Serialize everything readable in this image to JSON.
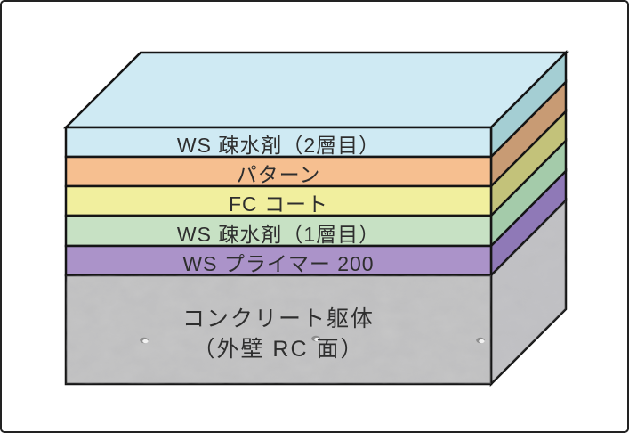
{
  "diagram": {
    "type": "layer-stack-isometric",
    "layers": [
      {
        "label": "WS 疎水剤（2層目）",
        "front_color": "#cfeaf3",
        "side_color": "#a4ced3"
      },
      {
        "label": "パターン",
        "front_color": "#f6bf90",
        "side_color": "#c89b74"
      },
      {
        "label": "FC コート",
        "front_color": "#f1ef9e",
        "side_color": "#c3c27a"
      },
      {
        "label": "WS 疎水剤（1層目）",
        "front_color": "#c7e1c4",
        "side_color": "#a4cbaa"
      },
      {
        "label": "WS プライマー 200",
        "front_color": "#ab93c9",
        "side_color": "#8f79b7"
      }
    ],
    "top_color": "#cfeaf3",
    "base": {
      "label_line1": "コンクリート躯体",
      "label_line2": "（外壁 RC 面）",
      "front_color": "#c7c7c7",
      "side_color": "#c3c3c6"
    },
    "outline_color": "#151515",
    "text_color": "#2e2e2e",
    "background_color": "#ffffff"
  }
}
